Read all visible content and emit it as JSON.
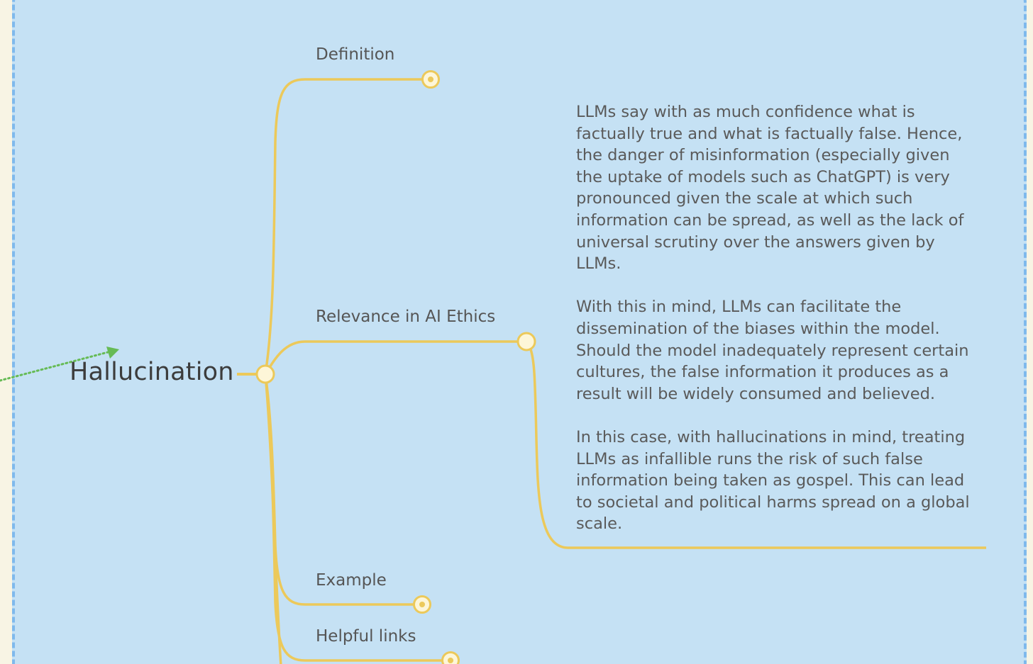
{
  "mindmap": {
    "root": "Hallucination",
    "branches": [
      {
        "label": "Definition"
      },
      {
        "label": "Relevance in AI Ethics"
      },
      {
        "label": "Example"
      },
      {
        "label": "Helpful links"
      }
    ],
    "note": {
      "paragraphs": [
        "LLMs say with as much confidence what is factually true and what is factually false. Hence, the danger of misinformation (especially given the uptake of models such as ChatGPT) is very pronounced given the scale at which such information can be spread, as well as the lack of universal scrutiny over the answers given by LLMs.",
        "With this in mind, LLMs can facilitate the dissemination of the biases within the model. Should the model inadequately represent certain cultures, the false information it produces as a result will be widely consumed and believed.",
        "In this case, with hallucinations in mind, treating LLMs as infallible runs the risk of such false information being taken as gospel. This can lead to societal and political harms spread on a global scale."
      ]
    }
  },
  "colors": {
    "canvas_background": "#c5e1f4",
    "canvas_border": "#7fb9ec",
    "page_background": "#f8f4e4",
    "branch_line": "#ecc95a",
    "node_fill": "#fdf6d8",
    "relation_arrow": "#66bb55",
    "root_text": "#3c3c3c",
    "label_text": "#555555"
  }
}
